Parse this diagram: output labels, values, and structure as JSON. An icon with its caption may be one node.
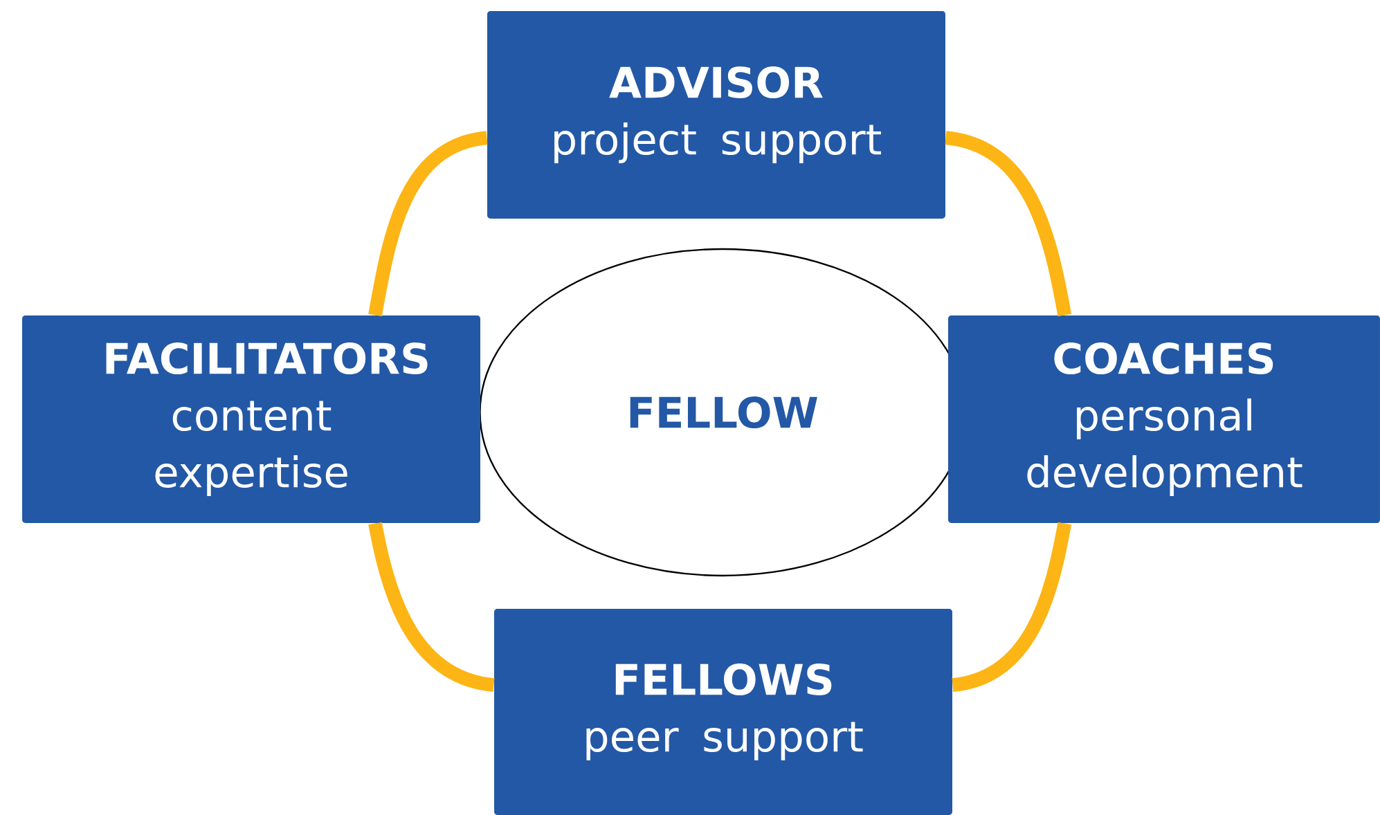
{
  "diagram": {
    "nodes": [
      {
        "text": [
          "FELLOW"
        ]
      },
      {
        "text": [
          "ADVISOR",
          "project support"
        ]
      },
      {
        "text": [
          "FACILITATORS",
          "content expertise"
        ]
      },
      {
        "text": [
          "COACHES",
          "personal development"
        ]
      },
      {
        "text": [
          "FELLOWS",
          "peer support"
        ]
      }
    ],
    "edges": [
      {
        "from": 1,
        "to": 3,
        "arrow": "none"
      },
      {
        "from": 3,
        "to": 4,
        "arrow": "none"
      },
      {
        "from": 4,
        "to": 2,
        "arrow": "none"
      },
      {
        "from": 2,
        "to": 1,
        "arrow": "none"
      }
    ]
  }
}
